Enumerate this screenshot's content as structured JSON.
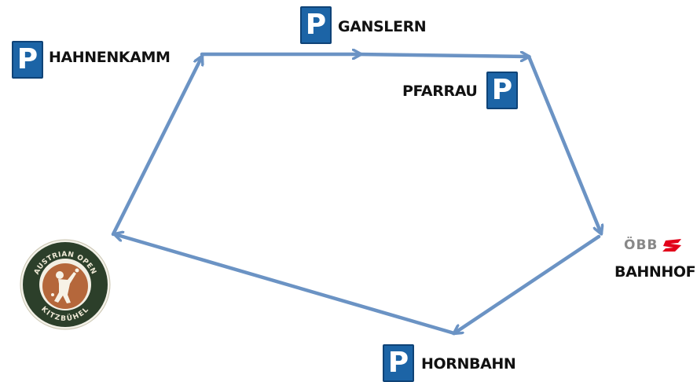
{
  "stops": {
    "hahnenkamm": {
      "label": "HAHNENKAMM",
      "parking": "P"
    },
    "ganslern": {
      "label": "GANSLERN",
      "parking": "P"
    },
    "pfarrau": {
      "label": "PFARRAU",
      "parking": "P"
    },
    "bahnhof": {
      "label": "BAHNHOF",
      "operator": "ÖBB"
    },
    "hornbahn": {
      "label": "HORNBAHN",
      "parking": "P"
    },
    "tennis": {
      "logo_text_top": "AUSTRIAN OPEN",
      "logo_text_bottom": "KITZBÜHEL"
    }
  },
  "colors": {
    "route": "#6b93c4",
    "parking": "#1c64a6",
    "obb_red": "#e2001a",
    "logo_ring": "#2c3f2a",
    "logo_clay": "#b5673b"
  },
  "icons": [
    "parking-icon",
    "obb-logo",
    "tennis-club-logo",
    "arrow"
  ]
}
